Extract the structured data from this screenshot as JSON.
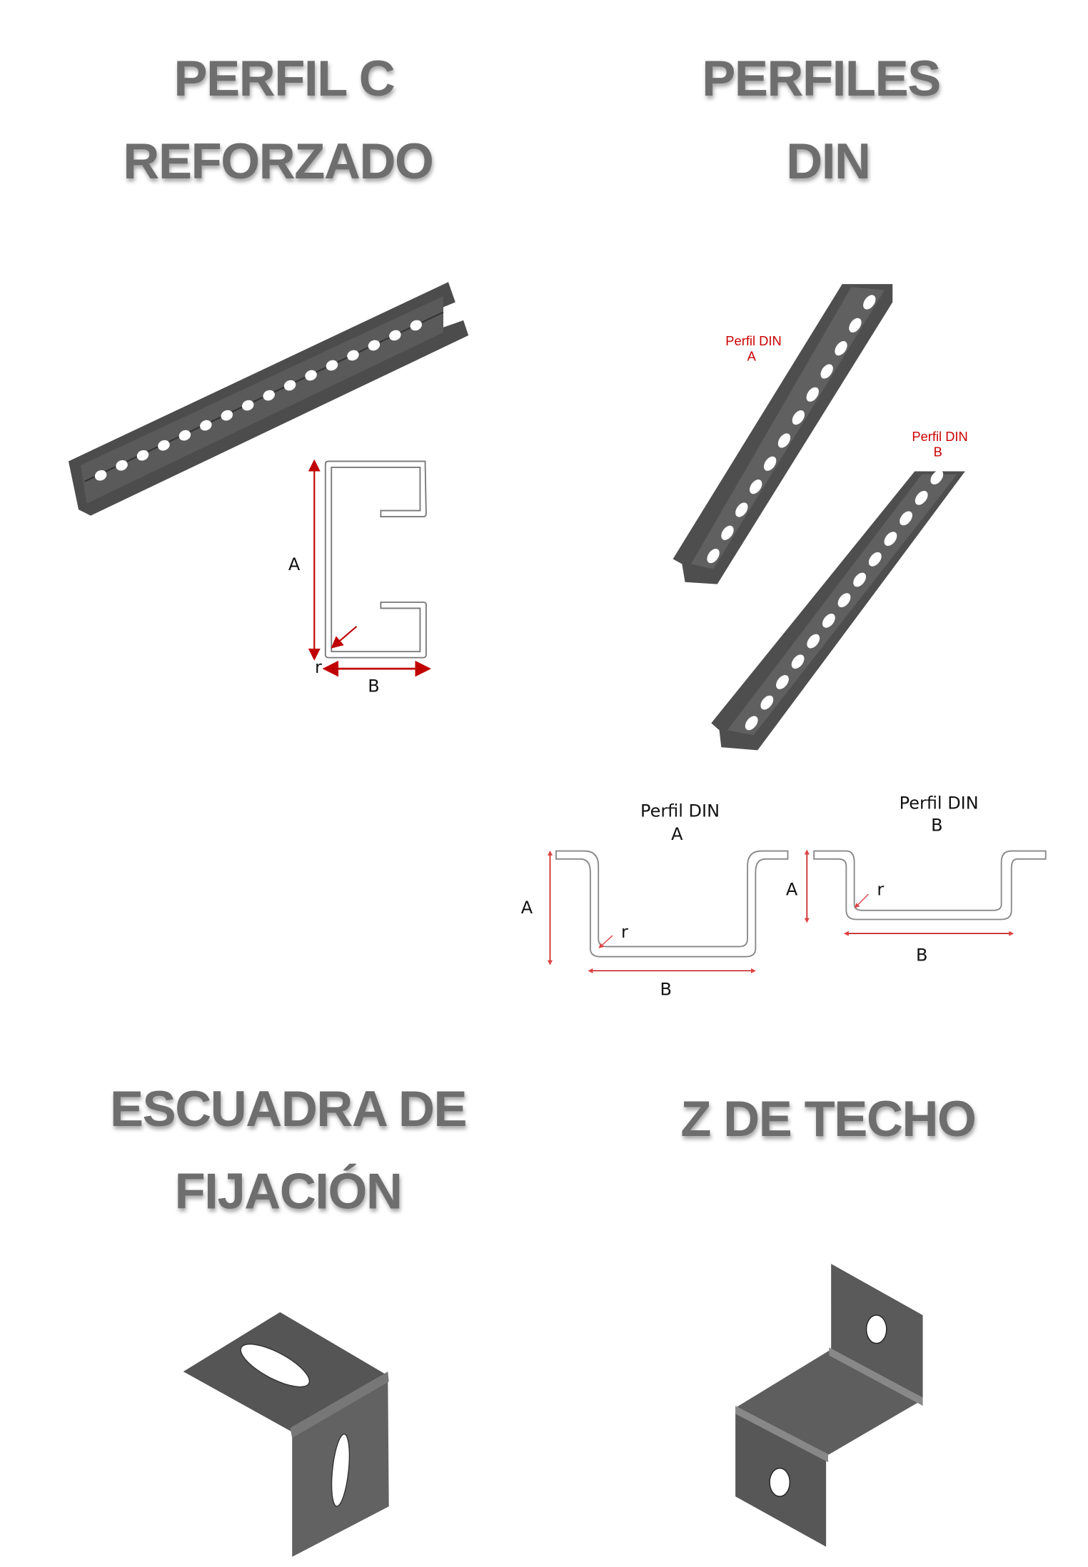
{
  "sections": [
    {
      "title_lines": [
        "PERFIL C",
        "REFORZADO"
      ],
      "dimension_labels": {
        "a": "A",
        "b": "B",
        "r": "r"
      }
    },
    {
      "title_lines": [
        "PERFILES",
        "DIN"
      ],
      "rail_labels": [
        {
          "line1": "Perfil DIN",
          "line2": "A"
        },
        {
          "line1": "Perfil DIN",
          "line2": "B"
        }
      ],
      "profiles": [
        {
          "line1": "Perfil DIN",
          "line2": "A",
          "a": "A",
          "b": "B",
          "r": "r"
        },
        {
          "line1": "Perfil DIN",
          "line2": "B",
          "a": "A",
          "b": "B",
          "r": "r"
        }
      ]
    },
    {
      "title_lines": [
        "ESCUADRA DE",
        "FIJACIÓN"
      ]
    },
    {
      "title_lines": [
        "Z DE TECHO"
      ]
    }
  ],
  "colors": {
    "title": "#6e6e6e",
    "metal": "#4f4f4f",
    "dimension": "#c00000"
  }
}
